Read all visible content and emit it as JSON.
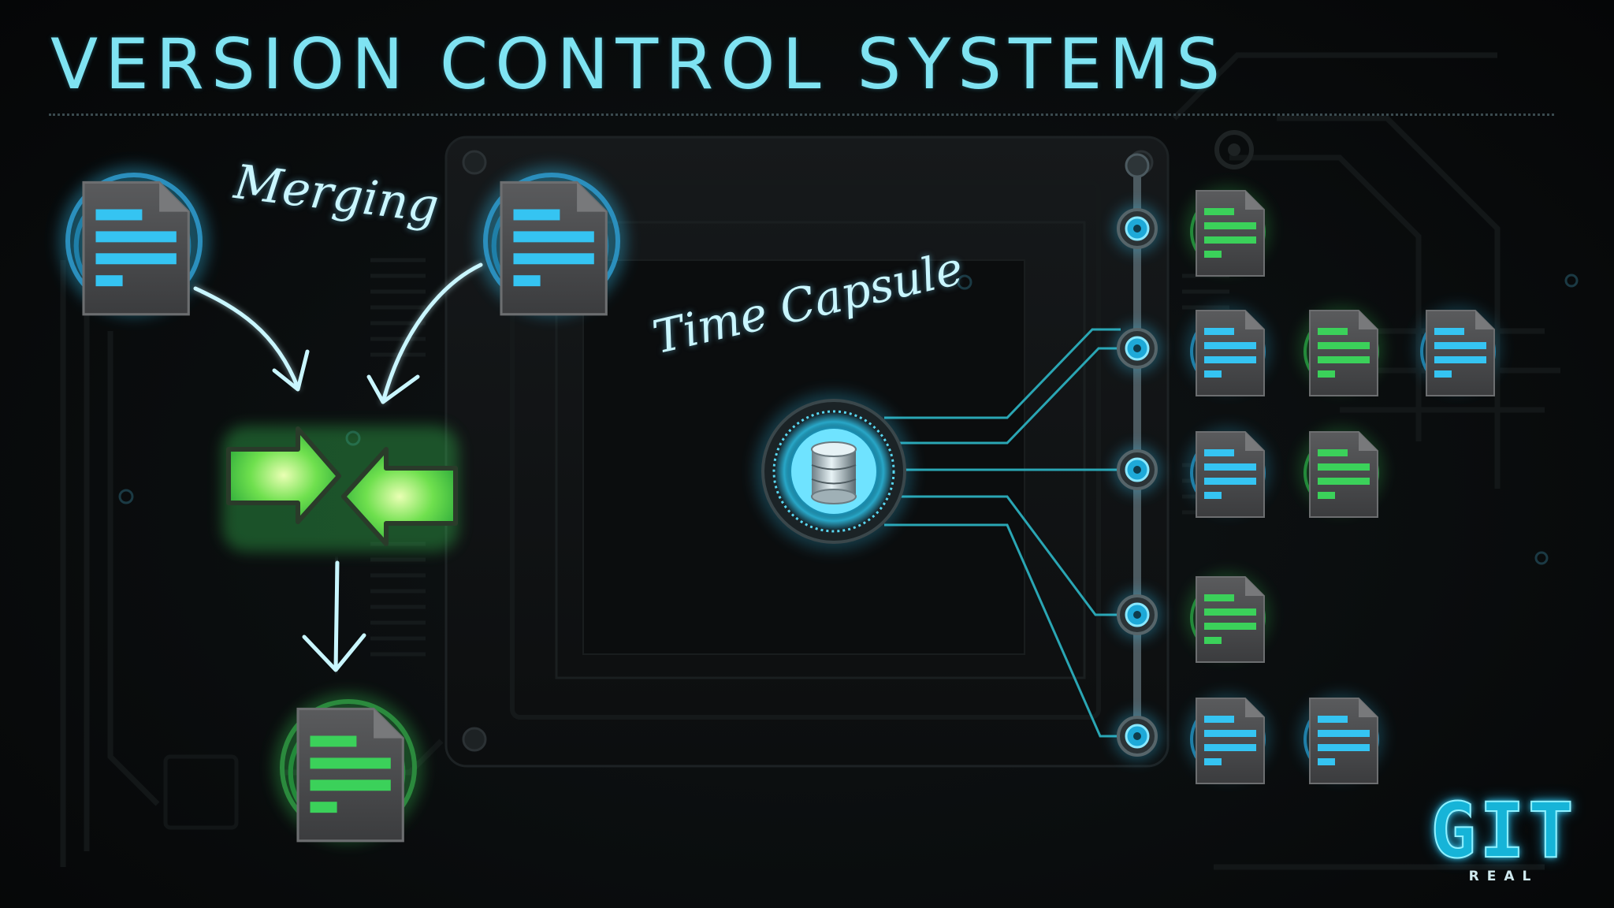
{
  "slide": {
    "title": "VERSION CONTROL SYSTEMS",
    "merging_label": "Merging",
    "time_capsule_label": "Time Capsule",
    "logo": {
      "main": "GIT",
      "sub": "REAL"
    }
  },
  "colors": {
    "background": "#0a0d0e",
    "title": "#7fe3f2",
    "accent_blue": "#35c4f2",
    "accent_green": "#3bd15a",
    "trace": "#2aa6b4",
    "document_body": "#4a4b4d"
  },
  "icons": {
    "document": "document-icon",
    "database": "database-icon",
    "merge_arrows": "merge-arrows-icon",
    "timeline_node": "timeline-node-icon"
  },
  "timeline": {
    "versions": [
      [
        "green"
      ],
      [
        "blue",
        "green",
        "blue"
      ],
      [
        "blue",
        "green"
      ],
      [
        "green"
      ],
      [
        "blue",
        "blue"
      ]
    ]
  }
}
